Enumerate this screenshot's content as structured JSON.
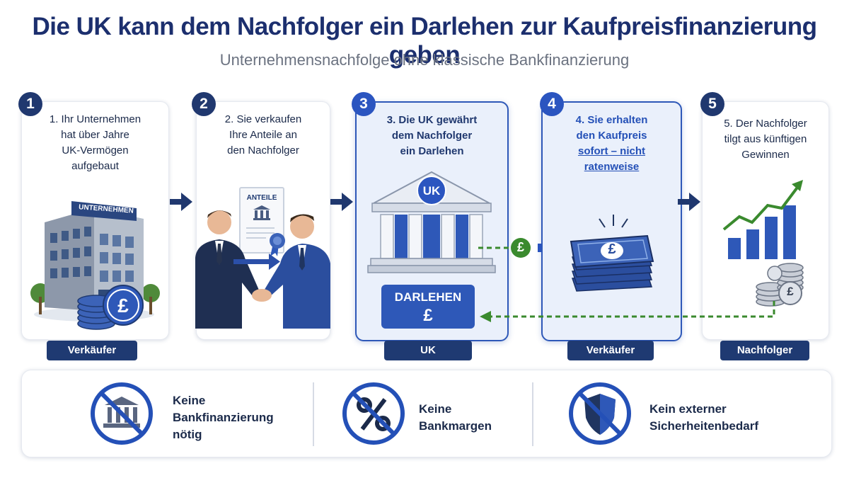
{
  "header": {
    "title": "Die UK kann dem Nachfolger ein Darlehen zur Kaufpreisfinanzierung geben",
    "subtitle": "Unternehmensnachfolge ohne klassische Bankfinanzierung"
  },
  "steps": [
    {
      "number": "1",
      "lines": [
        "1. Ihr Unternehmen",
        "hat über Jahre",
        "UK-Vermögen",
        "aufgebaut"
      ],
      "building_sign": "UNTERNEHMEN",
      "role": "Verkäufer"
    },
    {
      "number": "2",
      "lines": [
        "2. Sie verkaufen",
        "Ihre Anteile an",
        "den Nachfolger"
      ],
      "document_title": "ANTEILE",
      "role": ""
    },
    {
      "number": "3",
      "lines": [
        "3. Die UK gewährt",
        "dem Nachfolger",
        "ein Darlehen"
      ],
      "bank_badge": "UK",
      "loan_label": "DARLEHEN",
      "loan_symbol": "£",
      "role": "UK"
    },
    {
      "number": "4",
      "lines": [
        "4. Sie erhalten",
        "den Kaufpreis",
        "sofort – nicht",
        "ratenweise"
      ],
      "role": "Verkäufer"
    },
    {
      "number": "5",
      "lines": [
        "5. Der Nachfolger",
        "tilgt aus künftigen",
        "Gewinnen"
      ],
      "role": "Nachfolger"
    }
  ],
  "flow": {
    "currency_symbol": "£"
  },
  "benefits": [
    {
      "icon": "no-bank-icon",
      "lines": [
        "Keine",
        "Bankfinanzierung",
        "nötig"
      ]
    },
    {
      "icon": "no-percent-icon",
      "lines": [
        "Keine",
        "Bankmargen"
      ]
    },
    {
      "icon": "no-shield-icon",
      "lines": [
        "Kein externer",
        "Sicherheitenbedarf"
      ]
    }
  ],
  "colors": {
    "navy": "#1f3a72",
    "accent_blue": "#2b55c0",
    "green": "#3a8a2e",
    "prohibited": "#2450b7"
  }
}
